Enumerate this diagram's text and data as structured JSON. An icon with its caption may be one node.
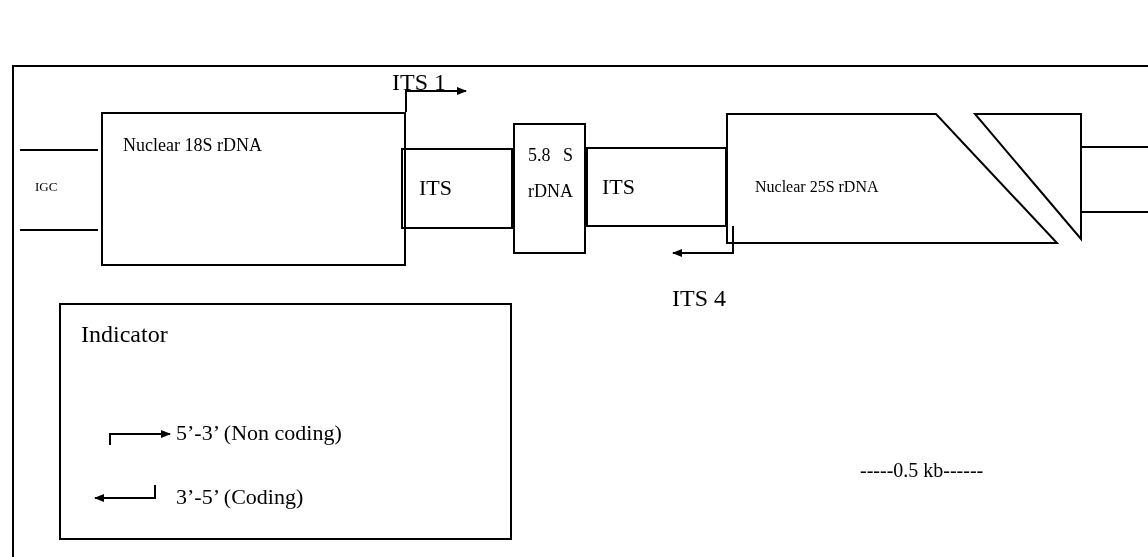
{
  "diagram": {
    "nodes": [
      {
        "text": [
          "Nuclear 18S rDNA"
        ]
      },
      {
        "text": [
          "ITS"
        ]
      },
      {
        "text": [
          "5.8 S rDNA"
        ]
      },
      {
        "text": [
          "ITS"
        ]
      },
      {
        "text": [
          "Nuclear 25S rDNA"
        ]
      },
      {
        "text": [],
        "shape": "box"
      },
      {
        "text": [
          "Indicator"
        ]
      }
    ],
    "labels": [
      "ITS 1",
      "IGC",
      "ITS 4",
      "-----0.5 kb------"
    ],
    "legend": [
      {
        "text": "5’-3’ (Non coding)"
      },
      {
        "text": "3’-5’ (Coding)"
      }
    ]
  }
}
